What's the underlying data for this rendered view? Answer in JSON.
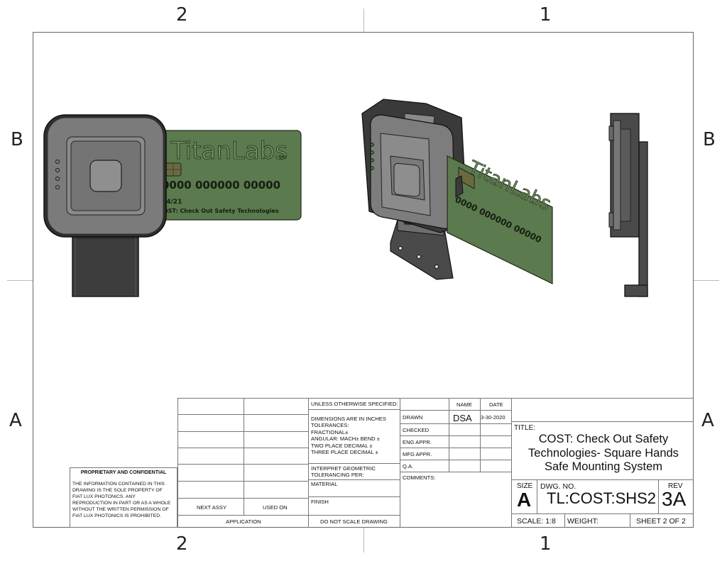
{
  "zones": {
    "top_left": "2",
    "top_right": "1",
    "bottom_left": "2",
    "bottom_right": "1",
    "left_upper": "B",
    "left_lower": "A",
    "right_upper": "B",
    "right_lower": "A"
  },
  "model": {
    "card_logo": "TitanLabs",
    "card_tm": "tm",
    "card_number": "0000  000000  00000",
    "card_number_iso": "0000  000000  00000",
    "card_expiry": "04/21",
    "card_name": "COST: Check Out Safety Technologies",
    "colors": {
      "card": "#5b7a4d",
      "housing": "#7d7d7d",
      "housing_dark": "#3a3a3a",
      "bracket": "#4a4a4a"
    }
  },
  "proprietary": {
    "title": "PROPRIETARY AND CONFIDENTIAL",
    "body": "THE INFORMATION CONTAINED IN THIS\nDRAWING IS THE SOLE PROPERTY OF\nFIAT LUX PHOTONICS.  ANY\nREPRODUCTION IN PART OR AS A WHOLE\nWITHOUT THE WRITTEN PERMISSION OF\nFIAT LUX PHOTONICS IS PROHIBITED."
  },
  "application": {
    "next_assy": "NEXT ASSY",
    "used_on": "USED ON",
    "label": "APPLICATION"
  },
  "tolerances": {
    "unless": "UNLESS OTHERWISE SPECIFIED:",
    "dims": "DIMENSIONS ARE IN INCHES",
    "tol": "TOLERANCES:",
    "fractional": "FRACTIONAL±",
    "angular": "ANGULAR: MACH±    BEND ±",
    "two_place": "TWO PLACE DECIMAL    ±",
    "three_place": "THREE PLACE DECIMAL  ±",
    "interpret": "INTERPRET GEOMETRIC",
    "tolerancing": "TOLERANCING PER:",
    "material": "MATERIAL",
    "finish": "FINISH",
    "do_not_scale": "DO NOT SCALE DRAWING"
  },
  "approvals": {
    "name_header": "NAME",
    "date_header": "DATE",
    "drawn": "DRAWN",
    "drawn_name": "DSA",
    "drawn_date": "3-30-2020",
    "checked": "CHECKED",
    "eng_appr": "ENG APPR.",
    "mfg_appr": "MFG APPR.",
    "qa": "Q.A.",
    "comments": "COMMENTS:"
  },
  "title_block": {
    "title_label": "TITLE:",
    "title": "COST: Check Out Safety\nTechnologies- Square Hands\nSafe Mounting System",
    "size_label": "SIZE",
    "size": "A",
    "dwg_no_label": "DWG.  NO.",
    "dwg_no": "TL:COST:SHS2",
    "rev_label": "REV",
    "rev": "3A",
    "scale": "SCALE: 1:8",
    "weight": "WEIGHT:",
    "sheet": "SHEET 2 OF 2"
  }
}
